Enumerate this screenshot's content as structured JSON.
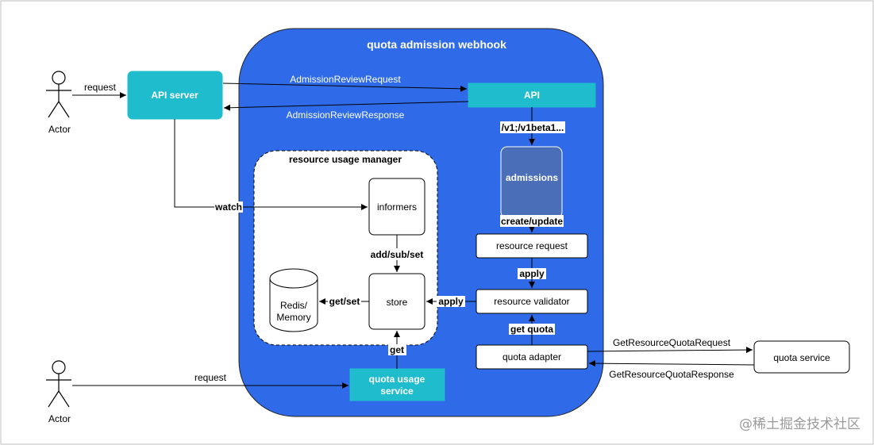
{
  "title": "quota admission webhook",
  "actors": {
    "top": "Actor",
    "bottom": "Actor"
  },
  "nodes": {
    "api_server": "API server",
    "api": "API",
    "admissions": "admissions",
    "resource_usage_manager": "resource usage manager",
    "informers": "informers",
    "store": "store",
    "redis_line1": "Redis/",
    "redis_line2": "Memory",
    "resource_request": "resource request",
    "resource_validator": "resource validator",
    "quota_adapter": "quota adapter",
    "quota_usage_line1": "quota usage",
    "quota_usage_line2": "service",
    "quota_service": "quota service"
  },
  "edges": {
    "request_top": "request",
    "admission_review_request": "AdmissionReviewRequest",
    "admission_review_response": "AdmissionReviewResponse",
    "api_path": "/v1;/v1beta1...",
    "watch": "watch",
    "add_sub_set": "add/sub/set",
    "get_set": "get/set",
    "create_update": "create/update",
    "apply_1": "apply",
    "apply_2": "apply",
    "get_quota": "get quota",
    "get": "get",
    "get_resource_quota_request": "GetResourceQuotaRequest",
    "get_resource_quota_response": "GetResourceQuotaResponse",
    "request_bottom": "request"
  },
  "watermark": "@稀土掘金技术社区",
  "colors": {
    "webhook_bg": "#2f6be8",
    "teal": "#1fbccd",
    "admissions": "#4a6fb8"
  }
}
